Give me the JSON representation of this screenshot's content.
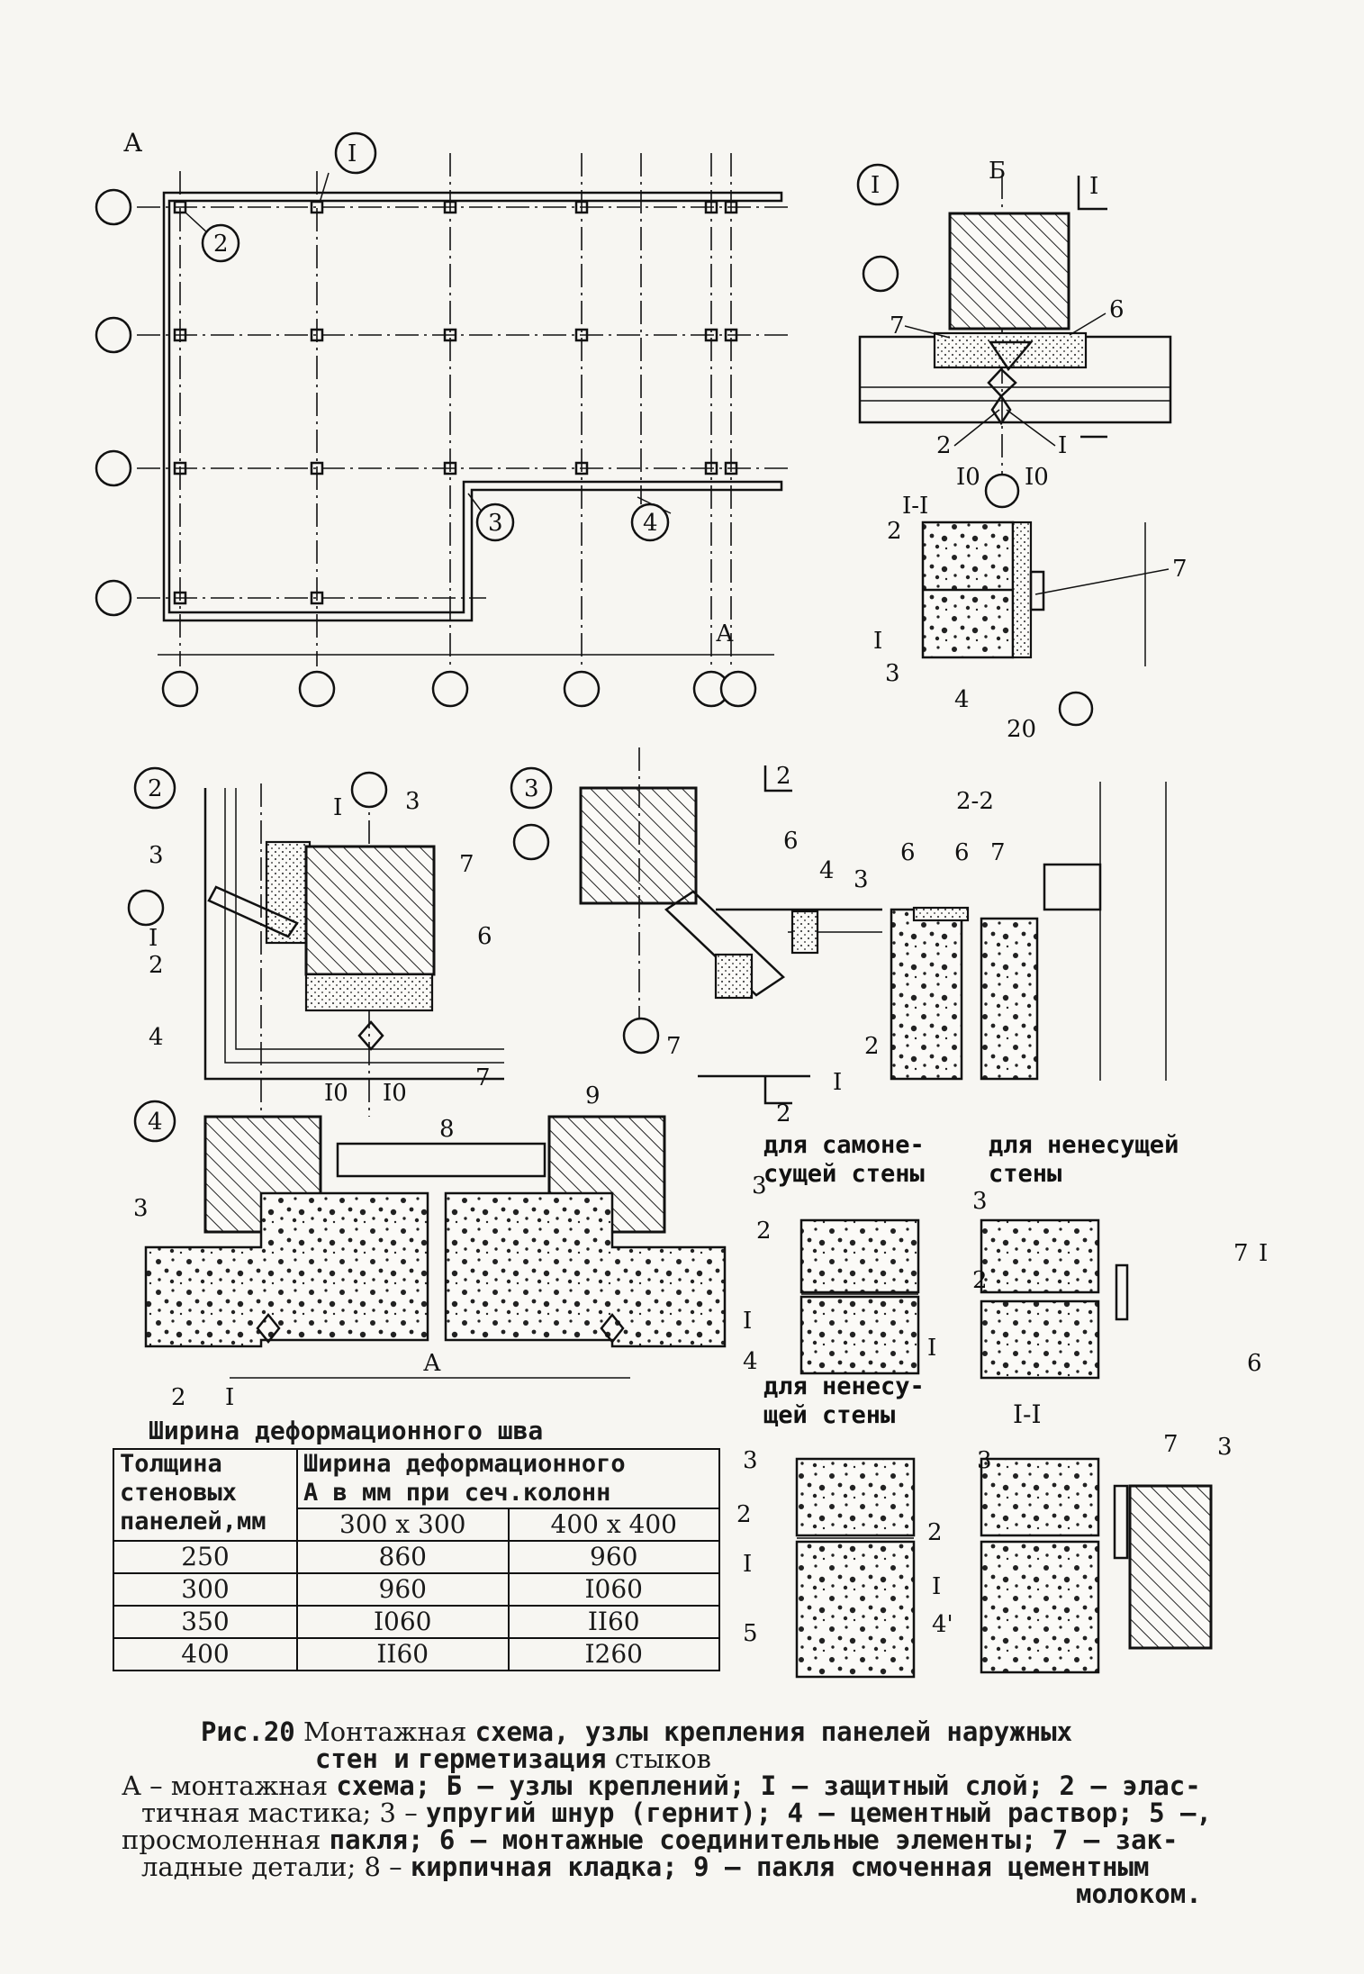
{
  "plan": {
    "view_label": "А",
    "callouts": [
      "I",
      "2",
      "3",
      "4"
    ],
    "section_label": "А"
  },
  "node_I": {
    "id": "I",
    "label_b": "Б",
    "section_mark": "I",
    "numbers": [
      "7",
      "6",
      "2",
      "I",
      "I0",
      "I0"
    ],
    "section_title": "I-I",
    "section_numbers": [
      "2",
      "7",
      "I",
      "3",
      "4",
      "20"
    ]
  },
  "node_2": {
    "id": "2",
    "numbers": [
      "I",
      "3",
      "3",
      "7",
      "I",
      "2",
      "6",
      "4",
      "7",
      "I0",
      "I0"
    ]
  },
  "node_3": {
    "id": "3",
    "section_mark": "2",
    "numbers": [
      "6",
      "4",
      "3",
      "7",
      "2",
      "I",
      "2"
    ]
  },
  "section_22": {
    "title": "2-2",
    "numbers": [
      "6",
      "6",
      "7"
    ]
  },
  "node_4": {
    "id": "4",
    "numbers": [
      "9",
      "8",
      "3",
      "2",
      "I"
    ],
    "dim": "А"
  },
  "joints": {
    "self_bearing_title": [
      "для самоне-",
      "сущей стены"
    ],
    "non_bearing_title": [
      "для ненесущей",
      "стены"
    ],
    "non_bearing_title2": [
      "для ненесу-",
      "щей стены"
    ],
    "section_title": "I-I",
    "numbers_a": [
      "3",
      "2",
      "I",
      "4"
    ],
    "numbers_b": [
      "3",
      "2",
      "I",
      "7",
      "I",
      "6"
    ],
    "numbers_c": [
      "3",
      "2",
      "I",
      "5"
    ],
    "numbers_d": [
      "3",
      "2",
      "I",
      "4'",
      "7",
      "3"
    ]
  },
  "table": {
    "title": "Ширина деформационного шва",
    "col1_header": [
      "Толщина",
      "стеновых",
      "панелей,мм"
    ],
    "col2_header": [
      "Ширина деформационного",
      "А в мм при сеч.колонн"
    ],
    "subheaders": [
      "300 х 300",
      "400 х 400"
    ],
    "rows": [
      {
        "thickness": "250",
        "w300": "860",
        "w400": "960"
      },
      {
        "thickness": "300",
        "w300": "960",
        "w400": "I060"
      },
      {
        "thickness": "350",
        "w300": "I060",
        "w400": "II60"
      },
      {
        "thickness": "400",
        "w300": "II60",
        "w400": "I260"
      }
    ]
  },
  "caption": {
    "fig_no": "Рис.20",
    "title_1": "Монтажная",
    "title_2": "схема, узлы крепления панелей наружных",
    "title_3": "стен и",
    "title_4": "герметизация",
    "title_5": "стыков",
    "legend_1a": "А – монтажная",
    "legend_1b": "схема; Б – узлы креплений; I – защитный слой; 2 – элас-",
    "legend_2a": "тичная мастика; 3 –",
    "legend_2b": "упругий шнур (гернит); 4 – цементный раствор; 5 –,",
    "legend_3a": "просмоленная",
    "legend_3b": "пакля; 6 – монтажные соединительные элементы; 7 – зак-",
    "legend_4a": "ладные детали; 8 –",
    "legend_4b": "кирпичная кладка; 9 – пакля смоченная цементным",
    "legend_5": "молоком."
  }
}
